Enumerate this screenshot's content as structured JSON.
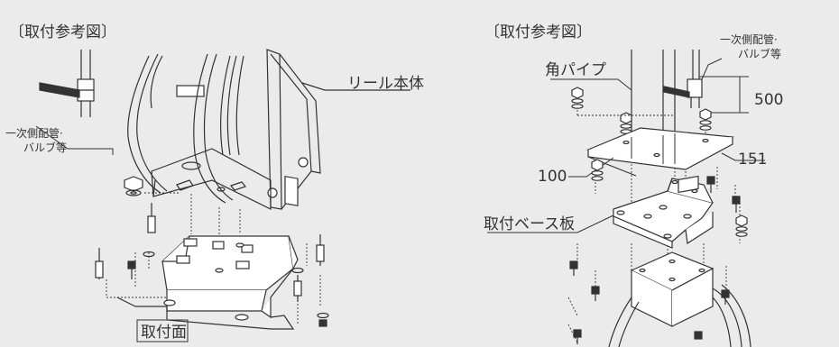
{
  "left": {
    "heading": "〔取付参考図〕",
    "label_reel": "リール本体",
    "label_pipe_line1": "一次側配管·",
    "label_pipe_line2": "バルブ等",
    "label_mount_surface": "取付面"
  },
  "right": {
    "heading": "〔取付参考図〕",
    "label_square_pipe": "角パイプ",
    "label_pipe_line1": "一次側配管·",
    "label_pipe_line2": "バルブ等",
    "dim_500": "500",
    "dim_151": "151",
    "dim_100": "100",
    "label_base_plate": "取付ベース板"
  }
}
